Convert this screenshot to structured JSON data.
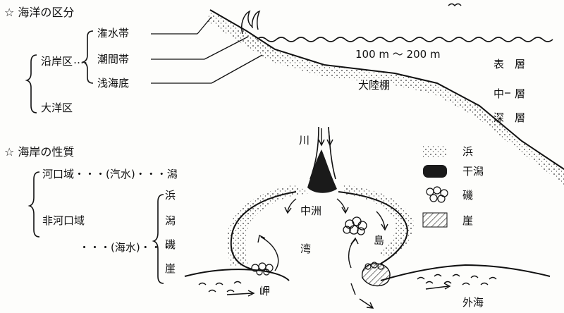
{
  "section1": {
    "heading": "☆ 海洋の区分",
    "littoral": "沿岸区",
    "dots": "‥‥",
    "spray_zone": "潅水帯",
    "tidal_zone": "潮間帯",
    "shallow_bottom": "浅海底",
    "oceanic": "大洋区"
  },
  "ocean_profile": {
    "depth_label": "100 m ～ 200 m",
    "shelf": "大陸棚",
    "surface_layer": "表　層",
    "middle_layer": "中　層",
    "deep_layer": "深　層"
  },
  "section2": {
    "heading": "☆ 海岸の性質",
    "estuary_line": "河口域・・・(汽水)・・・潟",
    "non_estuary": "非河口域",
    "seawater": "・・・(海水)・・・",
    "types": [
      "浜",
      "潟",
      "磯",
      "崖"
    ]
  },
  "coast_map": {
    "river": "川",
    "sandbar": "中洲",
    "bay": "湾",
    "island": "島",
    "cape": "岬",
    "open_sea": "外海"
  },
  "legend": {
    "items": [
      {
        "label": "浜",
        "icon": "sand-dots-icon"
      },
      {
        "label": "干潟",
        "icon": "mudflat-icon"
      },
      {
        "label": "磯",
        "icon": "rocks-icon"
      },
      {
        "label": "崖",
        "icon": "cliff-hatch-icon"
      }
    ]
  }
}
